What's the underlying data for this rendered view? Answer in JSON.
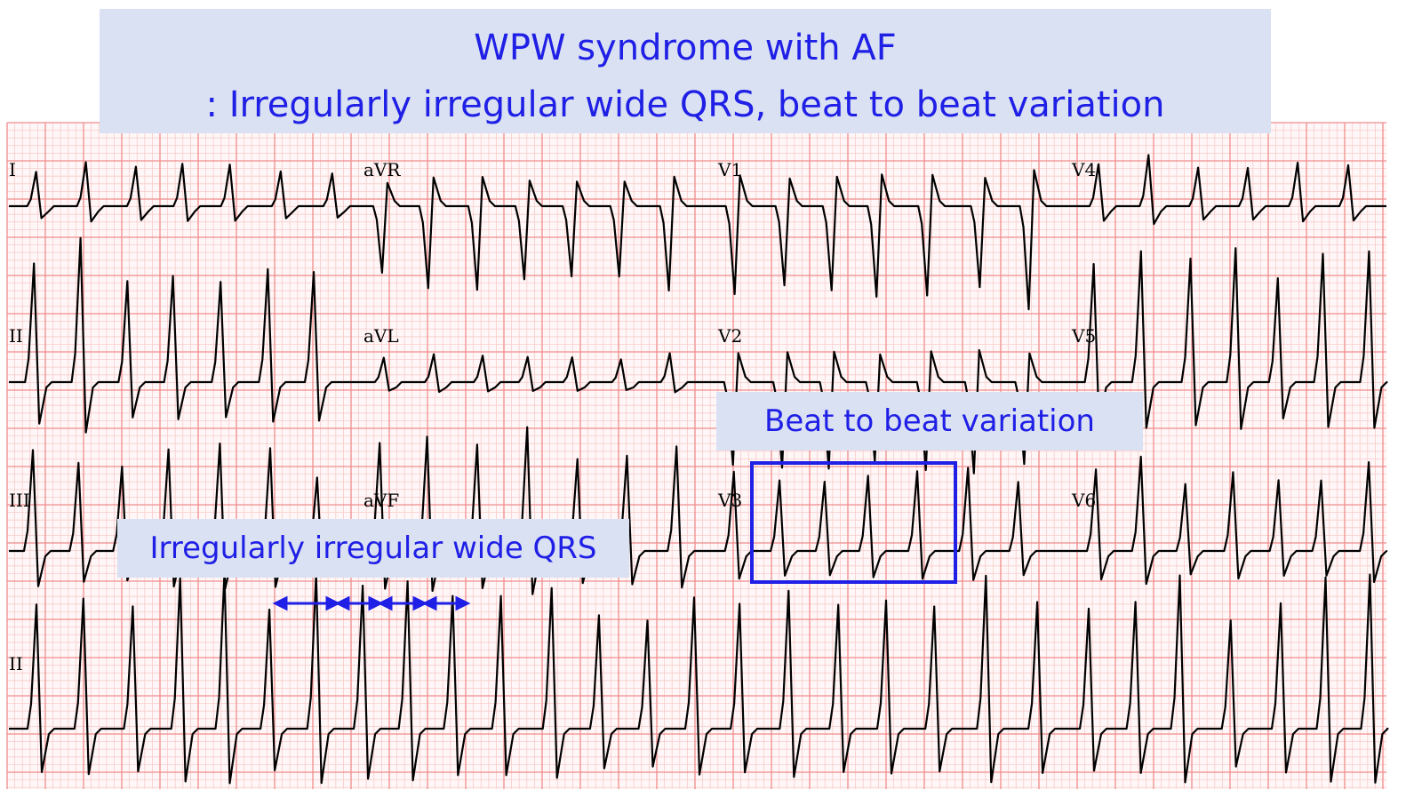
{
  "title": {
    "line1": "WPW syndrome with AF",
    "line2": ": Irregularly irregular wide QRS, beat to beat variation"
  },
  "callouts": {
    "beat_variation": "Beat to beat variation",
    "irregular_qrs": "Irregularly irregular wide QRS"
  },
  "leads": {
    "I": "I",
    "aVR": "aVR",
    "V1": "V1",
    "V4": "V4",
    "II": "II",
    "aVL": "aVL",
    "V2": "V2",
    "V5": "V5",
    "III": "III",
    "aVF": "aVF",
    "V3": "V3",
    "V6": "V6",
    "rhythm_II": "II"
  },
  "colors": {
    "grid_major": "#f08c8c",
    "grid_minor": "#f8cccc",
    "trace": "#000000",
    "accent_blue": "#1f1fe6",
    "box_fill": "#d9e1f2"
  }
}
